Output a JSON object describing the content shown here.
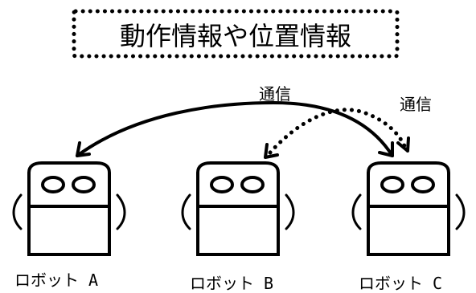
{
  "title": "動作情報や位置情報",
  "communication_labels": [
    "通信",
    "通信"
  ],
  "robots": [
    {
      "label": "ロボット A"
    },
    {
      "label": "ロボット B"
    },
    {
      "label": "ロボット C"
    }
  ],
  "colors": {
    "stroke": "#000000",
    "background": "#ffffff"
  },
  "icons": [
    "robot-icon",
    "robot-icon",
    "robot-icon"
  ]
}
